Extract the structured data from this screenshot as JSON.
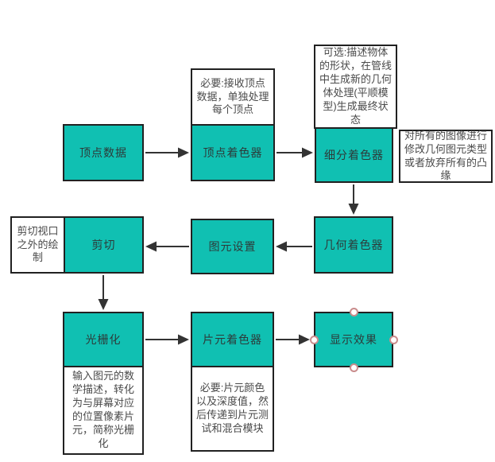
{
  "colors": {
    "node_fill": "#10c0b2",
    "node_border": "#212121",
    "note_fill": "#ffffff",
    "note_border": "#212121",
    "arrow": "#333333",
    "handle_border": "#c98c8c",
    "canvas_bg": "#ffffff"
  },
  "nodes": {
    "vertex_data": {
      "label": "顶点数据"
    },
    "vertex_shader": {
      "label": "顶点着色器"
    },
    "tess_shader": {
      "label": "细分着色器"
    },
    "geometry_shader": {
      "label": "几何着色器"
    },
    "primitive_setup": {
      "label": "图元设置"
    },
    "clipping": {
      "label": "剪切"
    },
    "rasterization": {
      "label": "光栅化"
    },
    "fragment_shader": {
      "label": "片元着色器"
    },
    "display": {
      "label": "显示效果",
      "selected": true
    }
  },
  "notes": {
    "vertex_shader_note": "必要:接收顶点数据，单独处理每个顶点",
    "tess_optional_note": "可选:描述物体的形状，在管线中生成新的几何体处理(平顺模型)生成最终状态",
    "tess_right_note": "对所有的图像进行修改几何图元类型或者放弃所有的凸缘",
    "clipping_note": "剪切视口之外的绘制",
    "rasterization_note": "输入图元的数学描述，转化为与屏幕对应的位置像素片元，简称光栅化",
    "fragment_shader_note": "必要:片元颜色以及深度值，然后传递到片元测试和混合模块"
  },
  "edges": [
    "vertex_data -> vertex_shader",
    "vertex_shader -> tess_shader",
    "tess_shader -> geometry_shader",
    "geometry_shader -> primitive_setup",
    "primitive_setup -> clipping",
    "clipping -> rasterization",
    "rasterization -> fragment_shader",
    "fragment_shader -> display"
  ]
}
